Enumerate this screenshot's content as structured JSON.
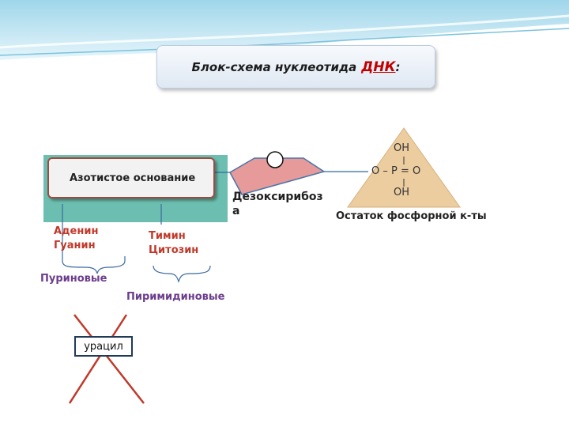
{
  "title": {
    "text": "Блок-схема нуклеотида",
    "highlight": "ДНК",
    "suffix": ":"
  },
  "nitrogen_base": {
    "label": "Азотистое основание"
  },
  "sugar": {
    "label_line1": "Дезоксирибоз",
    "label_line2": "а"
  },
  "phosphate": {
    "top": "OH",
    "middle": "O – P = O",
    "bottom": "OH",
    "label": "Остаток  фосфорной к-ты"
  },
  "purines": {
    "line1": "Аденин",
    "line2": "Гуанин",
    "group": "Пуриновые"
  },
  "pyrimidines": {
    "line1": "Тимин",
    "line2": "Цитозин",
    "group": "Пиримидиновые"
  },
  "excluded": {
    "label": "урацил"
  },
  "colors": {
    "base_background": "#6cbfb0",
    "base_border": "#9e4b42",
    "sugar_fill": "#e69a9a",
    "phosphate_fill": "#eccda0",
    "base_names": "#c0392b",
    "group_names": "#6b3d8c",
    "cross": "#c0392b",
    "connector": "#2e6ca4"
  }
}
